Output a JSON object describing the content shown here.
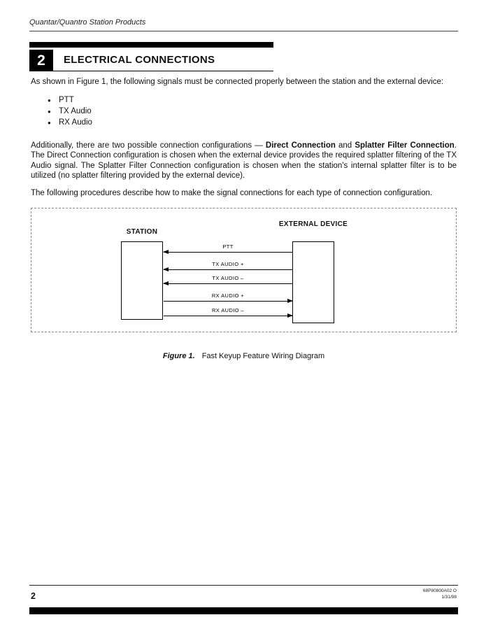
{
  "header": {
    "product_line": "Quantar/Quantro Station Products"
  },
  "section": {
    "number": "2",
    "title": "ELECTRICAL CONNECTIONS"
  },
  "body": {
    "intro": "As shown in Figure 1, the following signals must be connected properly between the station and the external device:",
    "bullets": [
      "PTT",
      "TX Audio",
      "RX Audio"
    ],
    "config_part1": "Additionally, there are two possible connection configurations — ",
    "config_bold1": "Direct Connection",
    "config_part2": " and ",
    "config_bold2": "Splatter Filter Connection",
    "config_part3": ". The Direct Connection configuration is chosen when the external device provides the required splatter filtering of the TX Audio signal. The Splatter Filter Connection configuration is chosen when the station's internal splatter filter is to be utilized (no splatter filtering provided by the external device).",
    "procedures": "The following procedures describe how to make the signal connections for each type of connection configuration."
  },
  "figure": {
    "station_label": "STATION",
    "external_device_label": "EXTERNAL DEVICE",
    "signals": [
      {
        "label": "PTT",
        "direction": "to-station"
      },
      {
        "label": "TX AUDIO +",
        "direction": "to-station"
      },
      {
        "label": "TX AUDIO –",
        "direction": "to-station"
      },
      {
        "label": "RX AUDIO +",
        "direction": "to-device"
      },
      {
        "label": "RX AUDIO –",
        "direction": "to-device"
      }
    ],
    "caption_label": "Figure 1.",
    "caption_text": "Fast Keyup Feature Wiring Diagram"
  },
  "footer": {
    "page_number": "2",
    "doc_number": "68P80800A02  O",
    "date": "1/31/98"
  }
}
